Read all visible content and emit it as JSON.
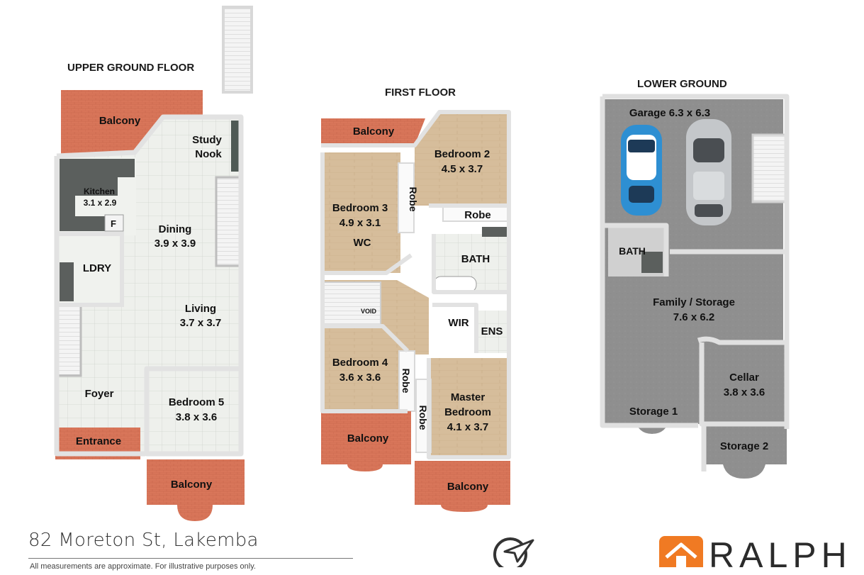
{
  "floors": {
    "upper_ground": {
      "title": "UPPER GROUND FLOOR",
      "rooms": {
        "balcony_top": "Balcony",
        "study": "Study",
        "nook": "Nook",
        "kitchen": "Kitchen",
        "kitchen_dim": "3.1 x 2.9",
        "fridge": "F",
        "dining": "Dining",
        "dining_dim": "3.9 x 3.9",
        "laundry": "LDRY",
        "living": "Living",
        "living_dim": "3.7 x 3.7",
        "foyer": "Foyer",
        "bedroom5": "Bedroom 5",
        "bedroom5_dim": "3.8 x 3.6",
        "entrance": "Entrance",
        "balcony_bottom": "Balcony"
      }
    },
    "first": {
      "title": "FIRST FLOOR",
      "rooms": {
        "balcony_top": "Balcony",
        "bedroom2": "Bedroom 2",
        "bedroom2_dim": "4.5 x 3.7",
        "bedroom3": "Bedroom 3",
        "bedroom3_dim": "4.9 x 3.1",
        "robe_b3": "Robe",
        "robe_b2": "Robe",
        "wc": "WC",
        "bath": "BATH",
        "void": "VOID",
        "wir": "WIR",
        "ens": "ENS",
        "bedroom4": "Bedroom 4",
        "bedroom4_dim": "3.6 x 3.6",
        "robe_b4": "Robe",
        "robe_master": "Robe",
        "master": "Master",
        "master_line2": "Bedroom",
        "master_dim": "4.1 x 3.7",
        "balcony_left": "Balcony",
        "balcony_right": "Balcony"
      }
    },
    "lower_ground": {
      "title": "LOWER GROUND",
      "rooms": {
        "garage": "Garage 6.3 x 6.3",
        "bath": "BATH",
        "family": "Family / Storage",
        "family_dim": "7.6 x 6.2",
        "cellar": "Cellar",
        "cellar_dim": "3.8 x 3.6",
        "storage1": "Storage 1",
        "storage2": "Storage 2"
      }
    }
  },
  "footer": {
    "address": "82 Moreton St, Lakemba",
    "disclaimer": "All measurements are approximate. For illustrative purposes only.",
    "brand": "RALPH"
  },
  "colors": {
    "balcony": "#d9765a",
    "tile": "#eef0ec",
    "timber": "#d6bd9b",
    "wall": "#e6e6e6",
    "concrete": "#8f8f8f",
    "brand_orange": "#f07a23"
  }
}
